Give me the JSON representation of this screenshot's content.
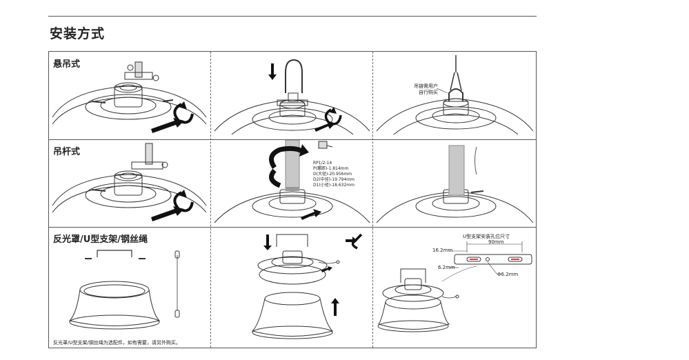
{
  "page": {
    "title": "安装方式"
  },
  "rows": [
    {
      "label": "悬吊式"
    },
    {
      "label": "吊杆式"
    },
    {
      "label": "反光罩/U型支架/钢丝绳"
    }
  ],
  "annotations": {
    "chain_note_line1": "吊链需用户",
    "chain_note_line2": "自行购买",
    "thread_spec": [
      "RP1/2-14",
      "P(螺距)-1.814mm",
      "D(大径)-20.956mm",
      "D2(中径)-19.794mm",
      "D1(小径)-18.632mm"
    ],
    "u_bracket_title": "U型支架安装孔位尺寸",
    "dim_90": "90mm",
    "dim_16": "16.2mm",
    "dim_6": "6.2mm",
    "dim_phi": "Φ6.2mm",
    "accessory_note": "反光罩/U型支架/钢丝绳为选配件，如有需要，请另外购买。"
  }
}
